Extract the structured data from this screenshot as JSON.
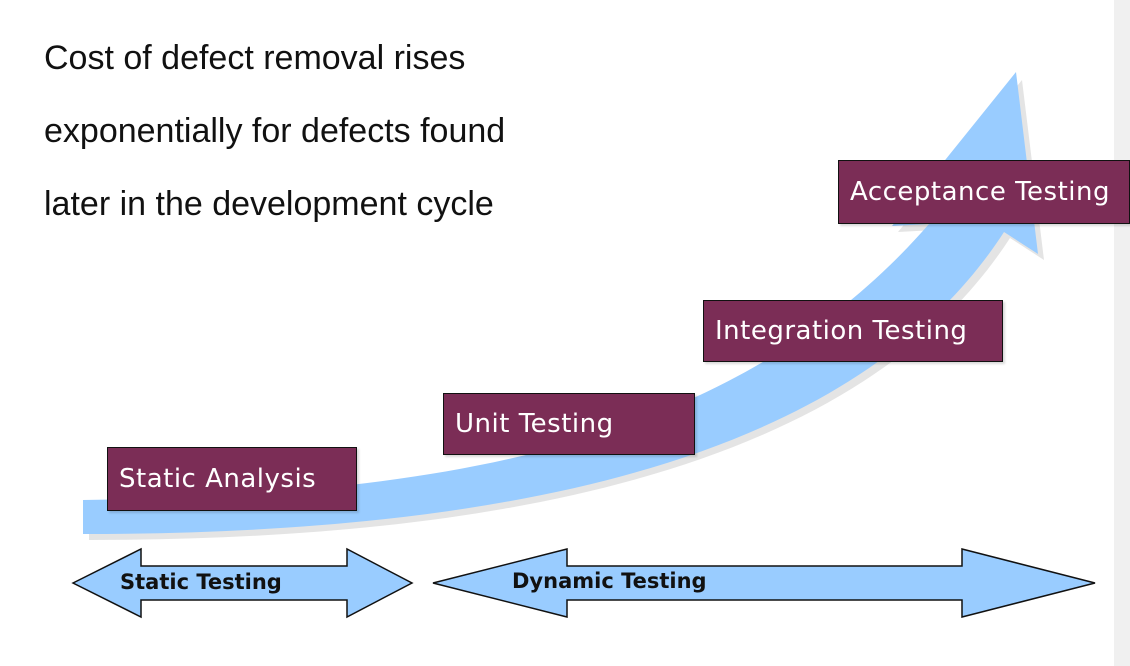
{
  "heading": {
    "lines": [
      "Cost of defect removal rises",
      "exponentially for defects found",
      "later in the development cycle"
    ]
  },
  "stages": {
    "static_analysis": "Static Analysis",
    "unit_testing": "Unit Testing",
    "integration_testing": "Integration Testing",
    "acceptance_testing": "Acceptance Testing"
  },
  "phases": {
    "static_testing": "Static Testing",
    "dynamic_testing": "Dynamic Testing"
  },
  "colors": {
    "stage_box": "#7b2d56",
    "arrow_fill": "#99ccff",
    "text": "#111111"
  }
}
